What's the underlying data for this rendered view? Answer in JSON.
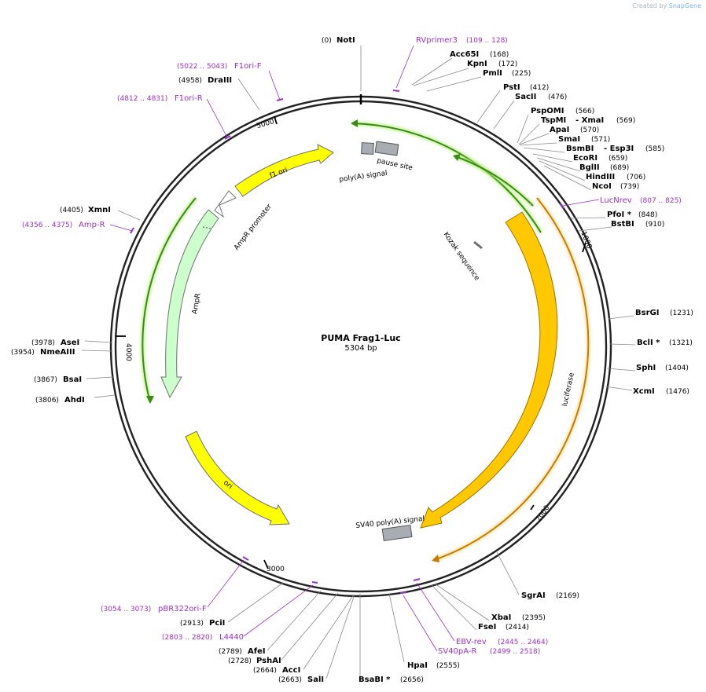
{
  "app": {
    "watermark_prefix": "Created by",
    "watermark_brand": "SnapGene"
  },
  "plasmid": {
    "name": "PUMA Frag1-Luc",
    "size_label": "5304 bp"
  },
  "ticks": [
    "1000",
    "2000",
    "3000",
    "4000",
    "5000"
  ],
  "enzymes": [
    {
      "name": "NotI",
      "pos": "(0)"
    },
    {
      "name": "Acc65I",
      "pos": "(168)"
    },
    {
      "name": "KpnI",
      "pos": "(172)"
    },
    {
      "name": "PmlI",
      "pos": "(225)"
    },
    {
      "name": "PstI",
      "pos": "(412)"
    },
    {
      "name": "SacII",
      "pos": "(476)"
    },
    {
      "name": "PspOMI",
      "pos": "(566)"
    },
    {
      "name": "TspMI",
      "pos": "(569)"
    },
    {
      "name": "- XmaI",
      "pos": ""
    },
    {
      "name": "ApaI",
      "pos": "(570)"
    },
    {
      "name": "SmaI",
      "pos": "(571)"
    },
    {
      "name": "BsmBI",
      "pos": ""
    },
    {
      "name": "- Esp3I",
      "pos": "(585)"
    },
    {
      "name": "EcoRI",
      "pos": "(659)"
    },
    {
      "name": "BglII",
      "pos": "(689)"
    },
    {
      "name": "HindIII",
      "pos": "(706)"
    },
    {
      "name": "NcoI",
      "pos": "(739)"
    },
    {
      "name": "PfoI *",
      "pos": "(848)"
    },
    {
      "name": "BstBI",
      "pos": "(910)"
    },
    {
      "name": "BsrGI",
      "pos": "(1231)"
    },
    {
      "name": "BclI *",
      "pos": "(1321)"
    },
    {
      "name": "SphI",
      "pos": "(1404)"
    },
    {
      "name": "XcmI",
      "pos": "(1476)"
    },
    {
      "name": "SgrAI",
      "pos": "(2169)"
    },
    {
      "name": "XbaI",
      "pos": "(2395)"
    },
    {
      "name": "FseI",
      "pos": "(2414)"
    },
    {
      "name": "HpaI",
      "pos": "(2555)"
    },
    {
      "name": "BsaBI *",
      "pos": "(2656)"
    },
    {
      "name": "SalI",
      "pos": "(2663)"
    },
    {
      "name": "AccI",
      "pos": "(2664)"
    },
    {
      "name": "PshAI",
      "pos": "(2728)"
    },
    {
      "name": "AfeI",
      "pos": "(2789)"
    },
    {
      "name": "PciI",
      "pos": "(2913)"
    },
    {
      "name": "AhdI",
      "pos": "(3806)"
    },
    {
      "name": "BsaI",
      "pos": "(3867)"
    },
    {
      "name": "NmeAIII",
      "pos": "(3954)"
    },
    {
      "name": "AseI",
      "pos": "(3978)"
    },
    {
      "name": "XmnI",
      "pos": "(4405)"
    },
    {
      "name": "DraIII",
      "pos": "(4958)"
    }
  ],
  "primers": [
    {
      "name": "RVprimer3",
      "pos": "(109 .. 128)"
    },
    {
      "name": "LucNrev",
      "pos": "(807 .. 825)"
    },
    {
      "name": "EBV-rev",
      "pos": "(2445 .. 2464)"
    },
    {
      "name": "SV40pA-R",
      "pos": "(2499 .. 2518)"
    },
    {
      "name": "L4440",
      "pos": "(2803 .. 2820)"
    },
    {
      "name": "pBR322ori-F",
      "pos": "(3054 .. 3073)"
    },
    {
      "name": "Amp-R",
      "pos": "(4356 .. 4375)"
    },
    {
      "name": "F1ori-R",
      "pos": "(4812 .. 4831)"
    },
    {
      "name": "F1ori-F",
      "pos": "(5022 .. 5043)"
    }
  ],
  "features": {
    "f1ori": "f1 ori",
    "ampr_promoter": "AmpR promoter",
    "ampr": "AmpR",
    "ori": "ori",
    "luciferase": "luciferase",
    "kozak": "Kozak sequence",
    "polya": "poly(A) signal",
    "pause": "pause site",
    "sv40": "SV40 poly(A) signal"
  },
  "colors": {
    "backbone": "#222222",
    "yellow_feature": "#ffff00",
    "luciferase": "#ffc800",
    "ampr": "#ccffcc",
    "orf_green": "#3a8a1a",
    "orf_orange": "#c87a00",
    "primer": "#9b30c8",
    "terminator": "#a8adb3"
  }
}
